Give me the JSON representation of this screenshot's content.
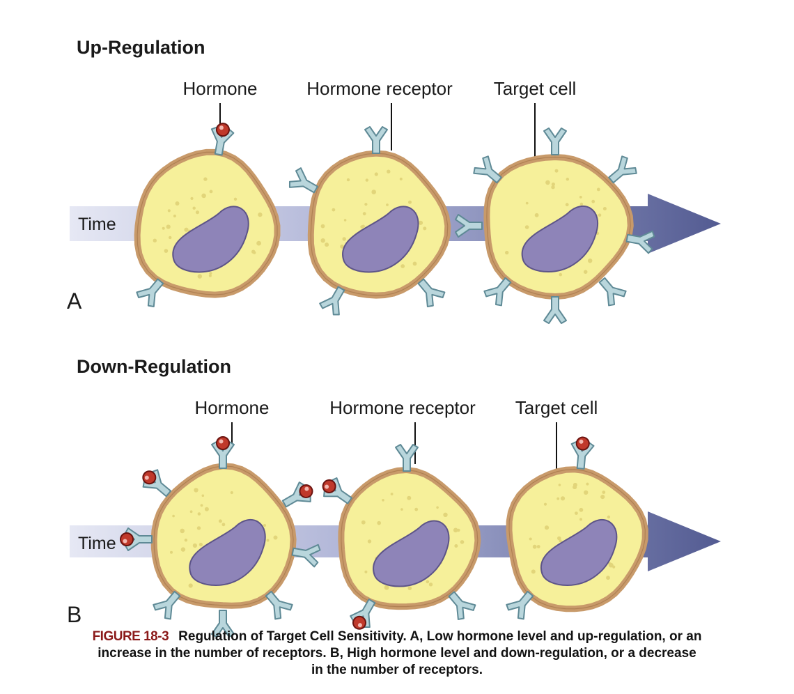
{
  "panels": [
    {
      "title": "Up-Regulation",
      "letter": "A",
      "time_label": "Time",
      "labels": {
        "hormone": "Hormone",
        "receptor": "Hormone receptor",
        "target": "Target cell"
      },
      "cells": [
        {
          "receptors": [
            {
              "angle": -80,
              "hormone": true
            },
            {
              "angle": 130,
              "hormone": false
            }
          ]
        },
        {
          "receptors": [
            {
              "angle": -90,
              "hormone": false
            },
            {
              "angle": -150,
              "hormone": false
            },
            {
              "angle": 120,
              "hormone": false
            },
            {
              "angle": 50,
              "hormone": false
            }
          ]
        },
        {
          "receptors": [
            {
              "angle": -90,
              "hormone": false
            },
            {
              "angle": -140,
              "hormone": false
            },
            {
              "angle": -40,
              "hormone": false
            },
            {
              "angle": 180,
              "hormone": false
            },
            {
              "angle": 10,
              "hormone": false
            },
            {
              "angle": 130,
              "hormone": false
            },
            {
              "angle": 90,
              "hormone": false
            },
            {
              "angle": 50,
              "hormone": false
            }
          ]
        }
      ]
    },
    {
      "title": "Down-Regulation",
      "letter": "B",
      "time_label": "Time",
      "labels": {
        "hormone": "Hormone",
        "receptor": "Hormone receptor",
        "target": "Target cell"
      },
      "cells": [
        {
          "receptors": [
            {
              "angle": -90,
              "hormone": true
            },
            {
              "angle": -140,
              "hormone": true
            },
            {
              "angle": -30,
              "hormone": true
            },
            {
              "angle": 180,
              "hormone": true
            },
            {
              "angle": 10,
              "hormone": false
            },
            {
              "angle": 130,
              "hormone": false
            },
            {
              "angle": 90,
              "hormone": false
            },
            {
              "angle": 50,
              "hormone": false
            }
          ]
        },
        {
          "receptors": [
            {
              "angle": -90,
              "hormone": false
            },
            {
              "angle": -145,
              "hormone": true
            },
            {
              "angle": 120,
              "hormone": true
            },
            {
              "angle": 50,
              "hormone": false
            }
          ]
        },
        {
          "receptors": [
            {
              "angle": -85,
              "hormone": true
            },
            {
              "angle": 130,
              "hormone": false
            }
          ]
        }
      ]
    }
  ],
  "colors": {
    "cytoplasm": "#f6f09a",
    "membrane": "#c89a6a",
    "nucleus": "#8e84b8",
    "receptor": "#b9d6dc",
    "hormone": "#c0392b",
    "arrow": "#5c6496",
    "caption_figure_number": "#8b1a1a"
  },
  "caption": {
    "figure_number": "FIGURE 18-3",
    "line1": "Regulation of Target Cell Sensitivity. A, Low hormone level and up-regulation, or an",
    "line2": "increase in the number of receptors. B, High hormone level and down-regulation, or a decrease",
    "line3": "in the number of receptors."
  }
}
